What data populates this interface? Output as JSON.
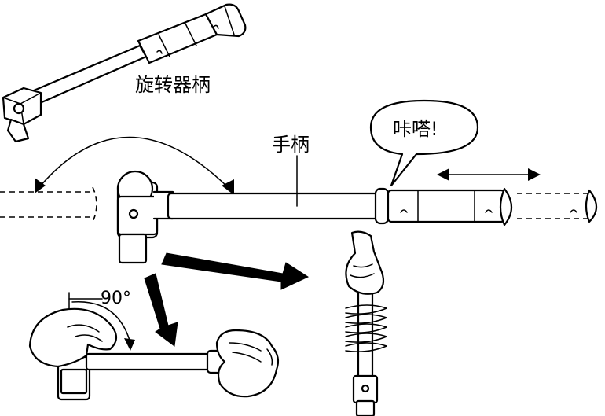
{
  "labels": {
    "ratchet_handle": "旋转器柄",
    "handle": "手柄",
    "click_sound": "咔嗒!",
    "angle": "90°"
  }
}
